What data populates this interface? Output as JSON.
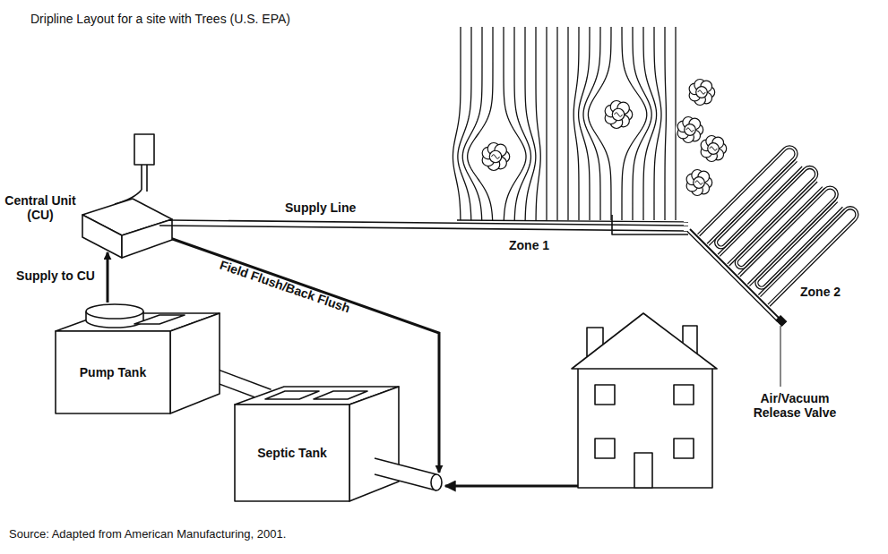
{
  "diagram": {
    "title": "Dripline Layout for a site with Trees (U.S. EPA)",
    "caption": "Source: Adapted from American Manufacturing, 2001.",
    "nodes": [
      {
        "text": [
          "Central Unit (CU)"
        ]
      },
      {
        "text": [
          "Pump Tank"
        ]
      },
      {
        "text": [
          "Septic Tank"
        ]
      }
    ],
    "edges": [
      {
        "from": 1,
        "to": 0,
        "arrow": "to",
        "label": "Supply to CU"
      },
      {
        "from": 0,
        "to": 2,
        "arrow": "to",
        "label": "Field Flush/Back Flush"
      },
      {
        "from": 1,
        "to": 2,
        "arrow": "none"
      }
    ],
    "labels": [
      "Supply Line",
      "Zone 1",
      "Zone 2",
      "Air/Vacuum Release Valve"
    ]
  }
}
